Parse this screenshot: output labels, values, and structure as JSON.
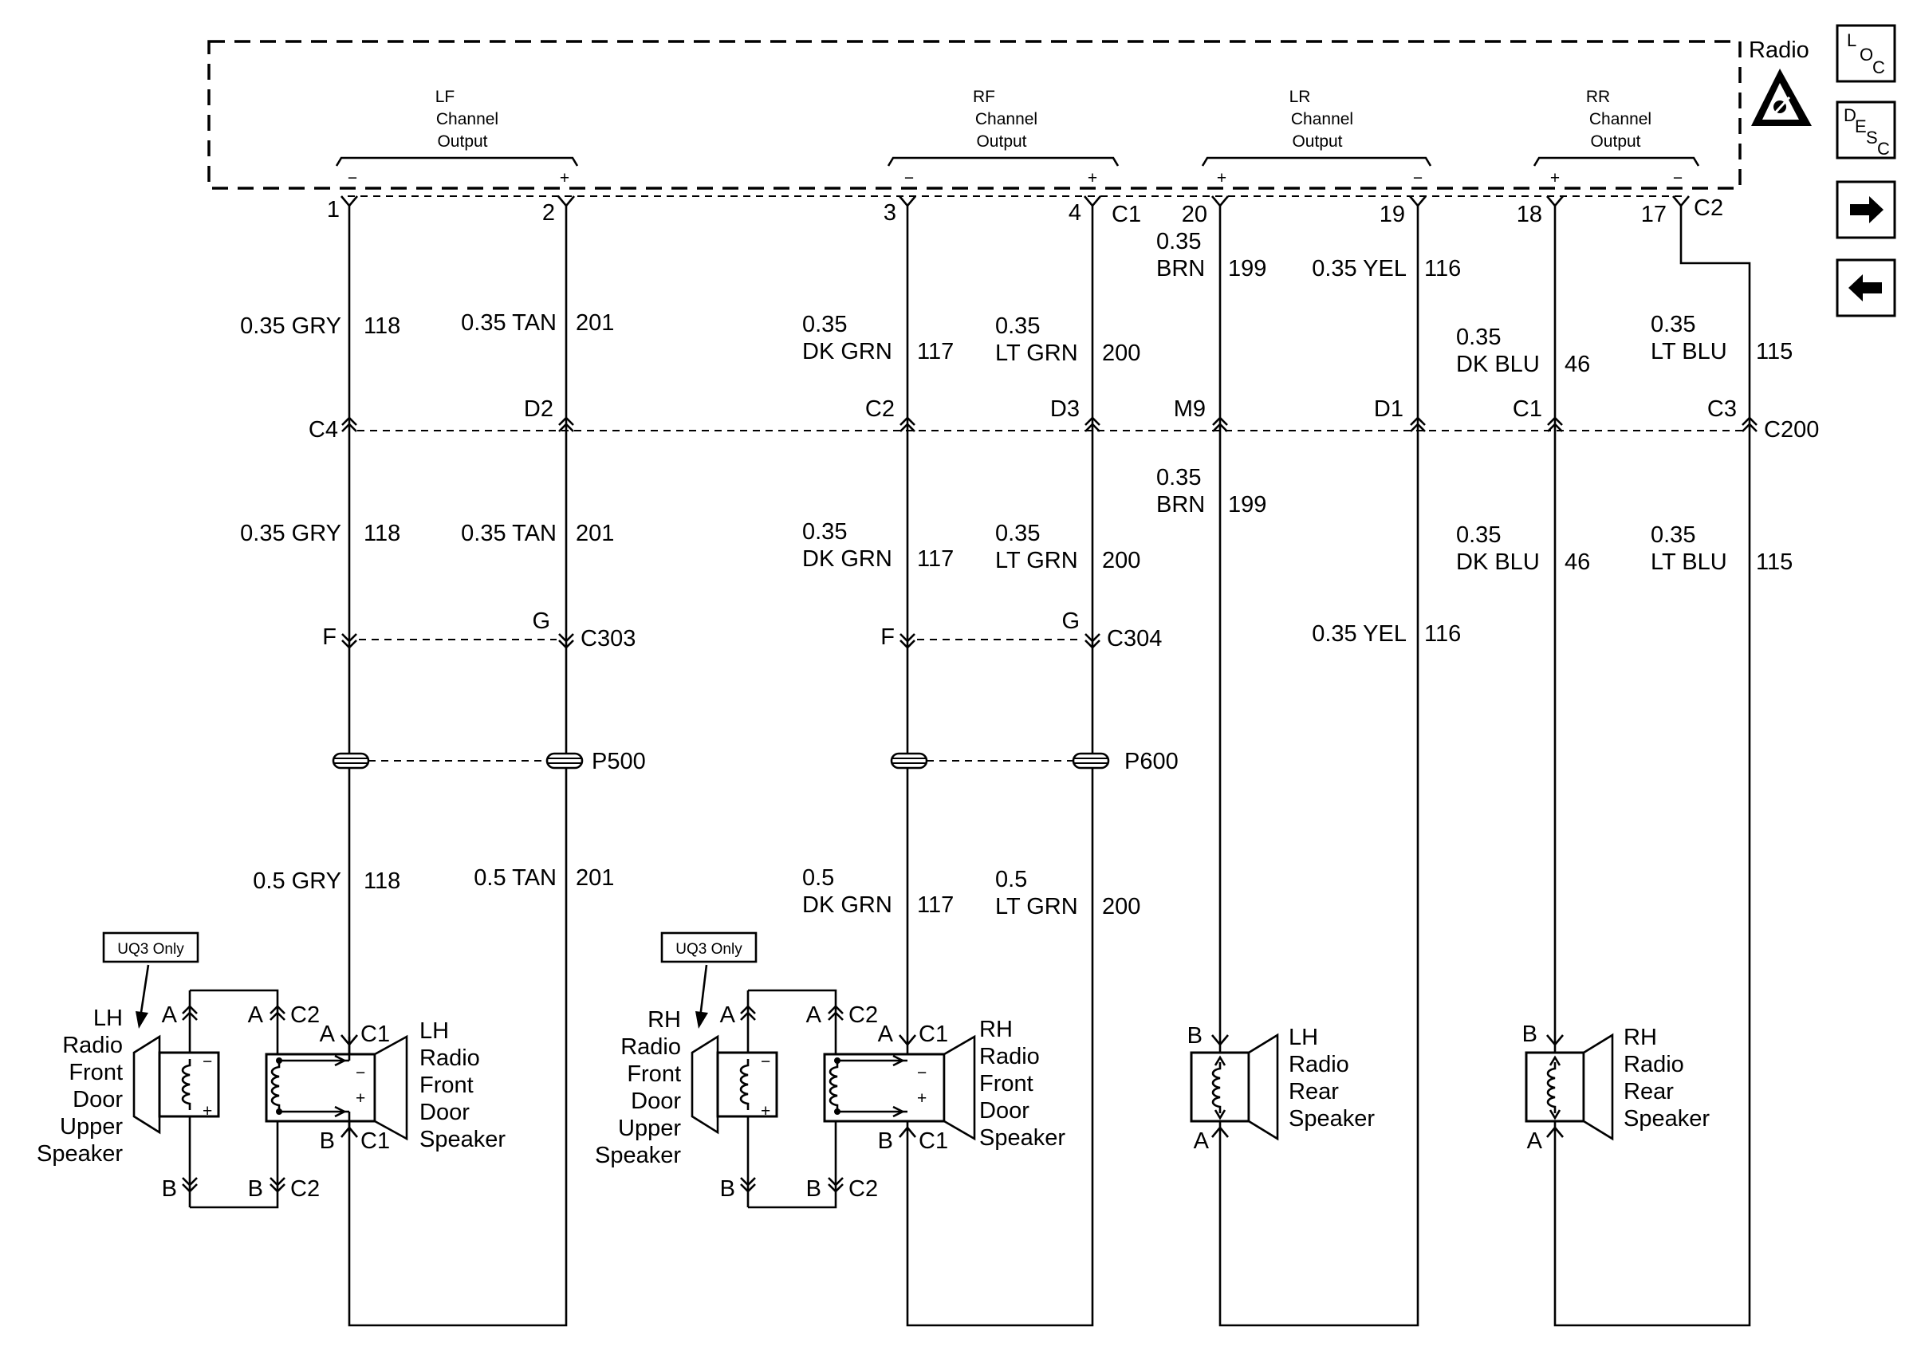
{
  "radio": {
    "label": "Radio"
  },
  "channels": [
    {
      "name": "LF",
      "word": "Channel",
      "word2": "Output",
      "left": "−",
      "right": "+"
    },
    {
      "name": "RF",
      "word": "Channel",
      "word2": "Output",
      "left": "−",
      "right": "+"
    },
    {
      "name": "LR",
      "word": "Channel",
      "word2": "Output",
      "left": "+",
      "right": "−"
    },
    {
      "name": "RR",
      "word": "Channel",
      "word2": "Output",
      "left": "+",
      "right": "−"
    }
  ],
  "radio_pins": [
    "1",
    "2",
    "3",
    "4",
    "20",
    "19",
    "18",
    "17"
  ],
  "radio_connectors": {
    "c1": "C1",
    "c2": "C2"
  },
  "wires_upper": [
    {
      "size": "0.35 GRY",
      "circuit": "118"
    },
    {
      "size": "0.35 TAN",
      "circuit": "201"
    },
    {
      "size1": "0.35",
      "size2": "DK GRN",
      "circuit": "117"
    },
    {
      "size1": "0.35",
      "size2": "LT GRN",
      "circuit": "200"
    },
    {
      "size1": "0.35",
      "size2": "BRN",
      "circuit": "199"
    },
    {
      "size": "0.35 YEL",
      "circuit": "116"
    },
    {
      "size1": "0.35",
      "size2": "DK BLU",
      "circuit": "46"
    },
    {
      "size1": "0.35",
      "size2": "LT BLU",
      "circuit": "115"
    }
  ],
  "c200": {
    "name": "C200",
    "pins": [
      "C4",
      "D2",
      "C2",
      "D3",
      "M9",
      "D1",
      "C1",
      "C3"
    ]
  },
  "wires_mid": [
    {
      "size": "0.35 GRY",
      "circuit": "118"
    },
    {
      "size": "0.35 TAN",
      "circuit": "201"
    },
    {
      "size1": "0.35",
      "size2": "DK GRN",
      "circuit": "117"
    },
    {
      "size1": "0.35",
      "size2": "LT GRN",
      "circuit": "200"
    },
    {
      "size1": "0.35",
      "size2": "BRN",
      "circuit": "199"
    },
    {
      "size": "0.35 YEL",
      "circuit": "116"
    },
    {
      "size1": "0.35",
      "size2": "DK BLU",
      "circuit": "46"
    },
    {
      "size1": "0.35",
      "size2": "LT BLU",
      "circuit": "115"
    }
  ],
  "c303": {
    "name": "C303",
    "pin_f": "F",
    "pin_g": "G"
  },
  "c304": {
    "name": "C304",
    "pin_f": "F",
    "pin_g": "G"
  },
  "p500": {
    "name": "P500"
  },
  "p600": {
    "name": "P600"
  },
  "wires_lower": [
    {
      "size": "0.5 GRY",
      "circuit": "118"
    },
    {
      "size": "0.5 TAN",
      "circuit": "201"
    },
    {
      "size1": "0.5",
      "size2": "DK GRN",
      "circuit": "117"
    },
    {
      "size1": "0.5",
      "size2": "LT GRN",
      "circuit": "200"
    }
  ],
  "badge": {
    "text": "UQ3 Only"
  },
  "pins": {
    "a": "A",
    "b": "B"
  },
  "speaker_conn": {
    "c1": "C1",
    "c2": "C2"
  },
  "speakers": {
    "lh_upper": [
      "LH",
      "Radio",
      "Front",
      "Door",
      "Upper",
      "Speaker"
    ],
    "lh_front": [
      "LH",
      "Radio",
      "Front",
      "Door",
      "Speaker"
    ],
    "rh_upper": [
      "RH",
      "Radio",
      "Front",
      "Door",
      "Upper",
      "Speaker"
    ],
    "rh_front": [
      "RH",
      "Radio",
      "Front",
      "Door",
      "Speaker"
    ],
    "lh_rear": [
      "LH",
      "Radio",
      "Rear",
      "Speaker"
    ],
    "rh_rear": [
      "RH",
      "Radio",
      "Rear",
      "Speaker"
    ]
  },
  "coil_signs": {
    "minus": "−",
    "plus": "+"
  },
  "nav": {
    "loc": {
      "l": "L",
      "o": "O",
      "c": "C"
    },
    "desc": {
      "d": "D",
      "e": "E",
      "s": "S",
      "c": "C"
    },
    "forward_icon": "arrow-right-icon",
    "back_icon": "arrow-left-icon"
  }
}
